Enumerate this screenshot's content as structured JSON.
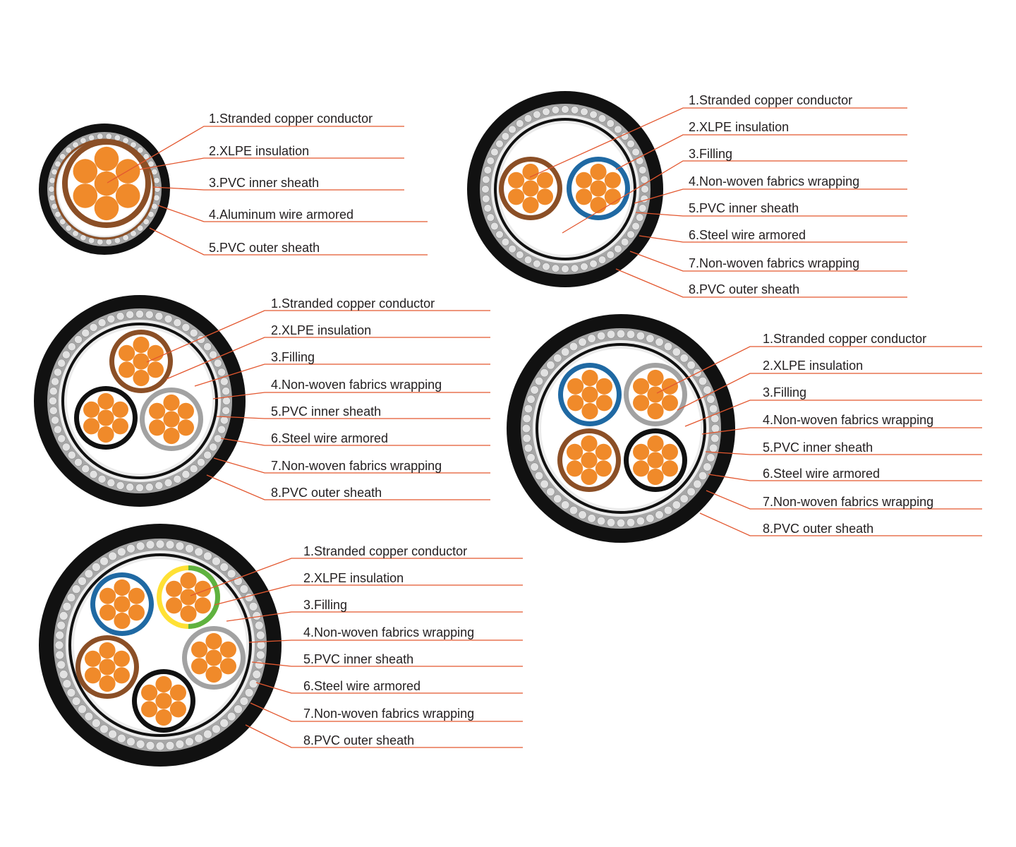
{
  "colors": {
    "sheath": "#111111",
    "armor_band": "#a7a7a7",
    "armor_wire": "#e2e2e2",
    "wrap": "#ececec",
    "filling": "#ffffff",
    "copper": "#f08a2a",
    "leader": "#e3572f",
    "label_text": "#231f20",
    "insulation_brown": "#8b4f26",
    "insulation_blue": "#1f69a3",
    "insulation_gray": "#a2a2a2",
    "insulation_black": "#111111",
    "insulation_yellow": "#ffe135",
    "insulation_green": "#5fb23f"
  },
  "diagrams": [
    {
      "id": "single-core",
      "cores": [
        {
          "insulation": "insulation_brown"
        }
      ],
      "labels": [
        "1.Stranded copper conductor",
        "2.XLPE insulation",
        "3.PVC inner sheath",
        "4.Aluminum wire armored",
        "5.PVC outer sheath"
      ]
    },
    {
      "id": "two-core",
      "cores": [
        {
          "insulation": "insulation_brown"
        },
        {
          "insulation": "insulation_blue"
        }
      ],
      "labels": [
        "1.Stranded copper conductor",
        "2.XLPE insulation",
        "3.Filling",
        "4.Non-woven fabrics wrapping",
        "5.PVC inner sheath",
        "6.Steel wire armored",
        "7.Non-woven fabrics wrapping",
        "8.PVC outer sheath"
      ]
    },
    {
      "id": "three-core",
      "cores": [
        {
          "insulation": "insulation_brown"
        },
        {
          "insulation": "insulation_black"
        },
        {
          "insulation": "insulation_gray"
        }
      ],
      "labels": [
        "1.Stranded copper conductor",
        "2.XLPE insulation",
        "3.Filling",
        "4.Non-woven fabrics wrapping",
        "5.PVC inner sheath",
        "6.Steel wire armored",
        "7.Non-woven fabrics wrapping",
        "8.PVC outer sheath"
      ]
    },
    {
      "id": "four-core",
      "cores": [
        {
          "insulation": "insulation_blue"
        },
        {
          "insulation": "insulation_gray"
        },
        {
          "insulation": "insulation_brown"
        },
        {
          "insulation": "insulation_black"
        }
      ],
      "labels": [
        "1.Stranded copper conductor",
        "2.XLPE insulation",
        "3.Filling",
        "4.Non-woven fabrics wrapping",
        "5.PVC inner sheath",
        "6.Steel wire armored",
        "7.Non-woven fabrics wrapping",
        "8.PVC outer sheath"
      ]
    },
    {
      "id": "five-core",
      "cores": [
        {
          "insulation": "insulation_blue"
        },
        {
          "insulation": "yellow_green"
        },
        {
          "insulation": "insulation_brown"
        },
        {
          "insulation": "insulation_black"
        },
        {
          "insulation": "insulation_gray"
        }
      ],
      "labels": [
        "1.Stranded copper conductor",
        "2.XLPE insulation",
        "3.Filling",
        "4.Non-woven fabrics wrapping",
        "5.PVC inner sheath",
        "6.Steel wire armored",
        "7.Non-woven fabrics wrapping",
        "8.PVC outer sheath"
      ]
    }
  ]
}
